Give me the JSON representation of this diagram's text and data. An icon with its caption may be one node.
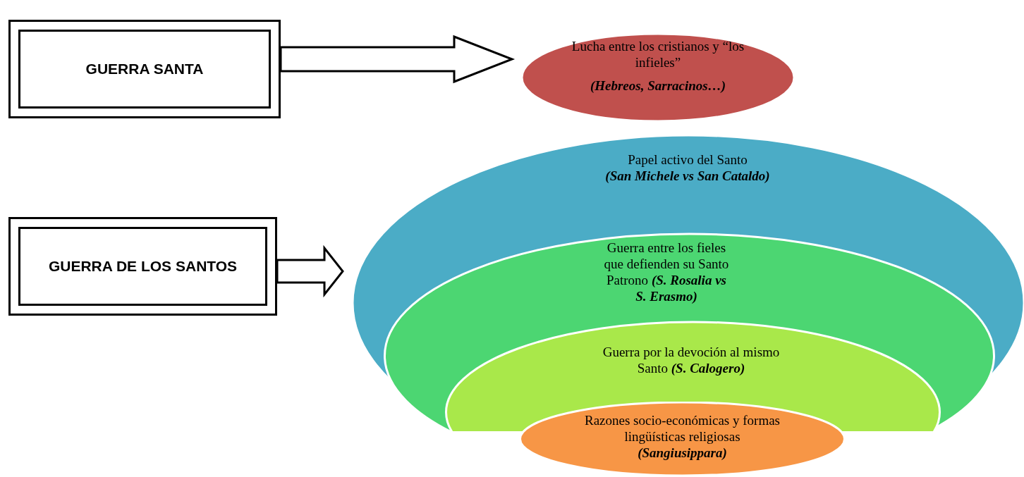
{
  "diagram": {
    "nodes": [
      {
        "text": [
          "GUERRA SANTA"
        ]
      },
      {
        "text": [
          "Lucha entre los cristianos y “los infieles”",
          "(Hebreos, Sarracinos…)"
        ]
      },
      {
        "text": [
          "GUERRA DE LOS SANTOS"
        ]
      },
      {
        "text": [
          "Papel activo del Santo",
          "(San Michele vs San Cataldo)"
        ]
      },
      {
        "text": [
          "Guerra entre los fieles que defienden su Santo Patrono **(S. Rosalia vs S. Erasmo)**"
        ],
        "in": 3
      },
      {
        "text": [
          "Guerra por la devoción al mismo Santo **(S. Calogero)**"
        ],
        "in": 4
      },
      {
        "text": [
          "Razones socio-económicas y formas lingüísticas religiosas",
          "(Sangiusippara)"
        ],
        "in": 5
      }
    ],
    "edges": [
      {
        "from": 0,
        "to": 1,
        "arrow": "to"
      },
      {
        "from": 2,
        "to": 3,
        "arrow": "to"
      }
    ]
  }
}
